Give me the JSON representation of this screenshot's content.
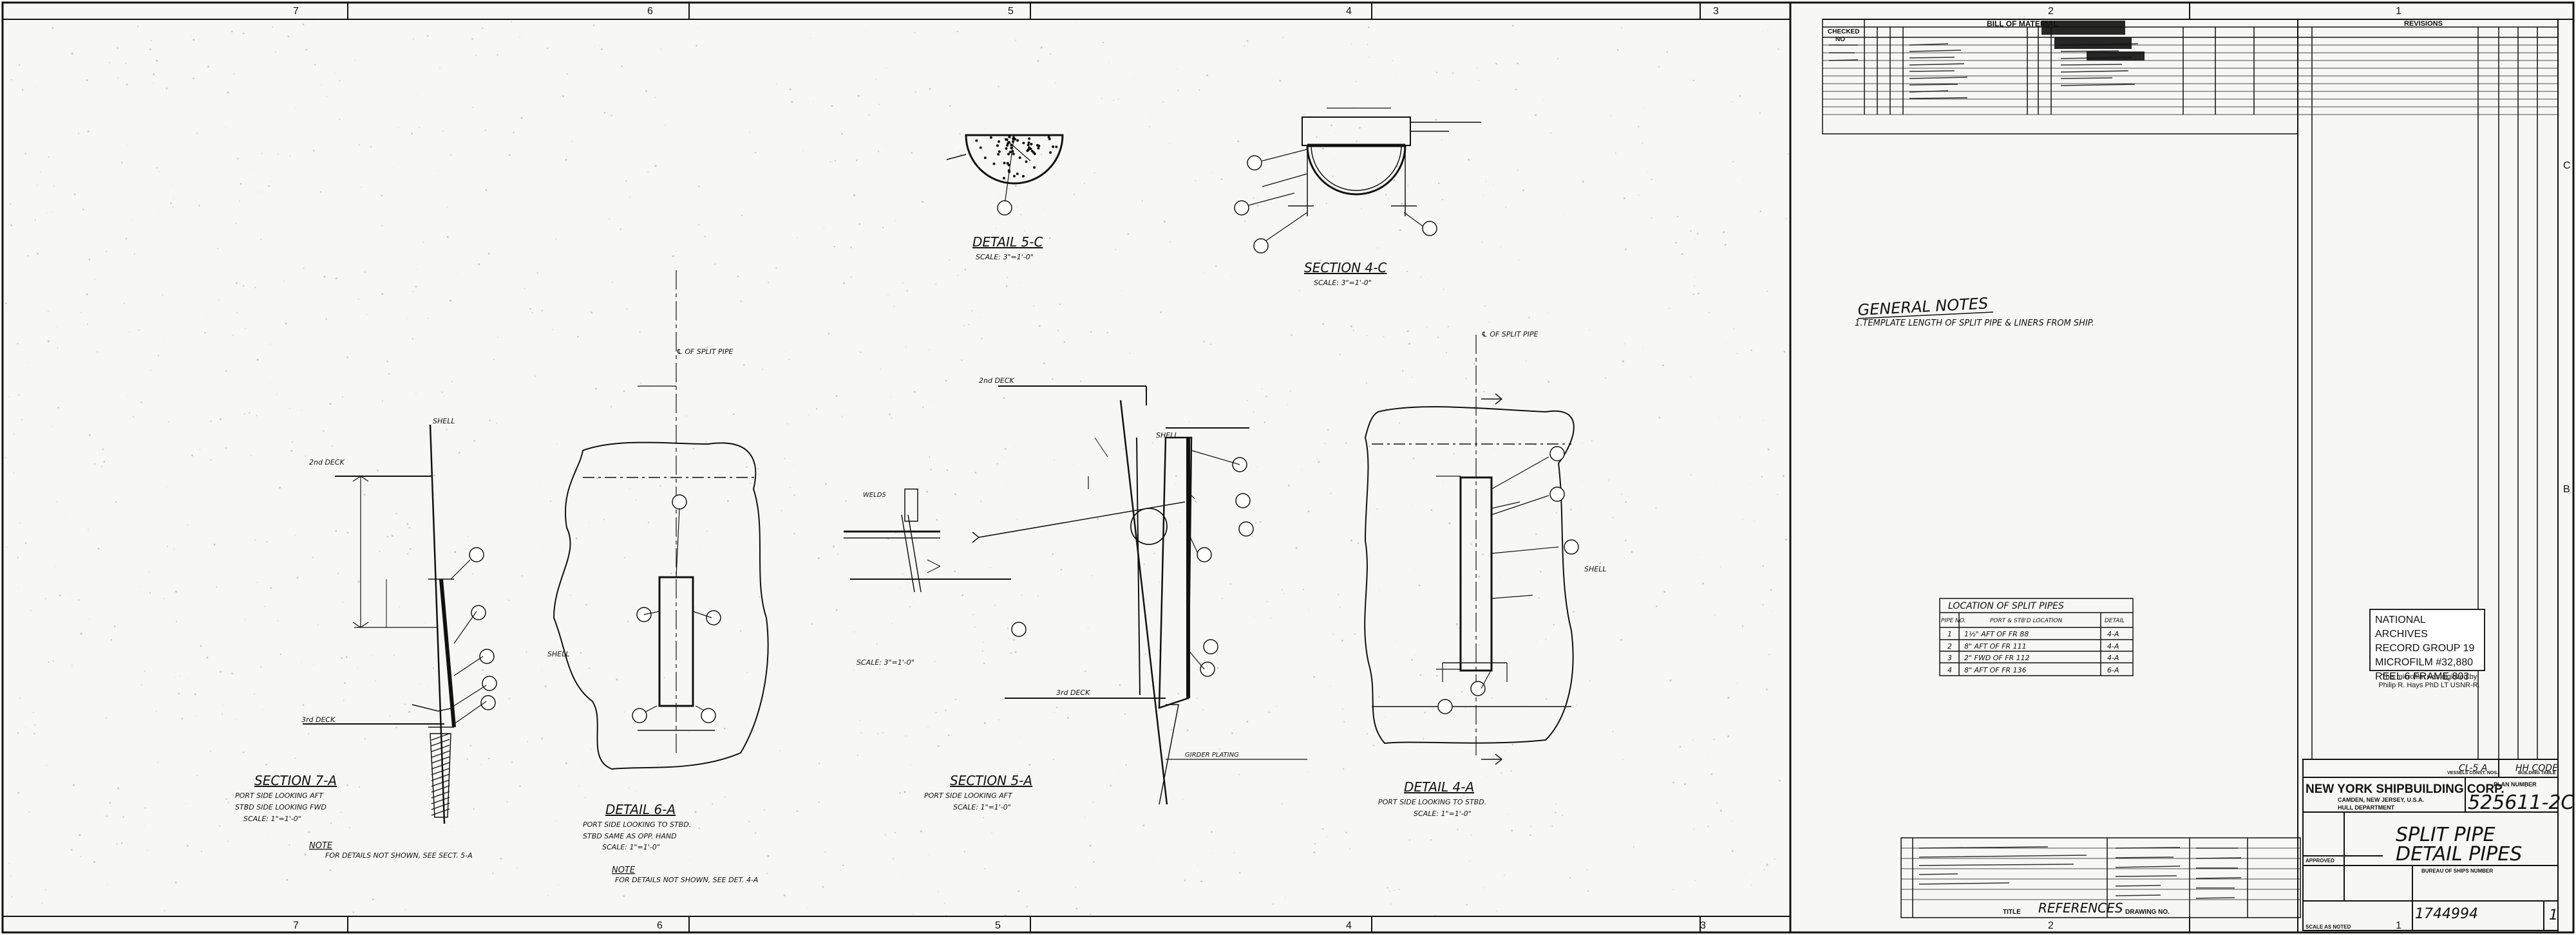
{
  "border": {
    "top_zones": [
      "7",
      "6",
      "5",
      "4",
      "3",
      "2",
      "1"
    ],
    "bottom_zones": [
      "7",
      "6",
      "5",
      "4",
      "3",
      "2",
      "1"
    ],
    "right_zones": [
      "C",
      "B"
    ]
  },
  "bill_of_material": {
    "title": "BILL OF MATERIAL",
    "header_checked": "CHECKED",
    "header_no": "NO",
    "revisions_title": "REVISIONS"
  },
  "general_notes": {
    "title": "GENERAL NOTES",
    "note_1": "1.TEMPLATE LENGTH OF SPLIT PIPE & LINERS FROM SHIP."
  },
  "split_pipe_table": {
    "title": "LOCATION OF SPLIT PIPES",
    "headers": [
      "PIPE NO.",
      "PORT & STB'D LOCATION",
      "DETAIL"
    ],
    "rows": [
      [
        "1",
        "1½\" AFT OF FR 88",
        "4-A"
      ],
      [
        "2",
        "8\" AFT OF FR 111",
        "4-A"
      ],
      [
        "3",
        "2\" FWD OF FR 112",
        "4-A"
      ],
      [
        "4",
        "8\" AFT OF FR 136",
        "6-A"
      ]
    ]
  },
  "details": {
    "detail_5c": {
      "title": "DETAIL 5-C",
      "scale": "SCALE: 3\"=1'-0\""
    },
    "section_4c": {
      "title": "SECTION 4-C",
      "scale": "SCALE: 3\"=1'-0\""
    },
    "section_7a": {
      "title": "SECTION 7-A",
      "line1": "PORT SIDE LOOKING AFT",
      "line2": "STBD SIDE LOOKING FWD",
      "scale": "SCALE: 1\"=1'-0\"",
      "note_title": "NOTE",
      "note_text": "FOR DETAILS NOT SHOWN, SEE SECT. 5-A"
    },
    "detail_6a": {
      "title": "DETAIL 6-A",
      "line1": "PORT SIDE LOOKING TO STBD.",
      "line2": "STBD SAME AS OPP. HAND",
      "scale": "SCALE: 1\"=1'-0\"",
      "note_title": "NOTE",
      "note_text": "FOR DETAILS NOT SHOWN, SEE DET. 4-A"
    },
    "section_5a": {
      "title": "SECTION 5-A",
      "line1": "PORT SIDE LOOKING AFT",
      "scale": "SCALE: 1\"=1'-0\"",
      "sub_scale": "SCALE: 3\"=1'-0\""
    },
    "detail_4a": {
      "title": "DETAIL 4-A",
      "line1": "PORT SIDE LOOKING TO STBD.",
      "scale": "SCALE: 1\"=1'-0\""
    }
  },
  "labels": {
    "deck2": "2nd DECK",
    "deck3": "3rd DECK",
    "shell": "SHELL",
    "cl_split_pipe": "℄ OF SPLIT PIPE",
    "girder_plating": "GIRDER PLATING",
    "welds": "WELDS"
  },
  "references": {
    "title": "REFERENCES",
    "title_col": "TITLE",
    "drawing_col": "DRAWING NO."
  },
  "archive": {
    "stamp_lines": [
      "NATIONAL ARCHIVES",
      "RECORD GROUP 19",
      "MICROFILM #32,880",
      "REEL 6 FRAME 803"
    ],
    "note_lines": [
      "This microfilm was digitized by",
      "Philip R. Hays PhD LT USNR-R."
    ]
  },
  "title_block": {
    "company": "NEW YORK SHIPBUILDING CORP.",
    "sub1": "CAMDEN, NEW JERSEY, U.S.A.",
    "sub2": "HULL DEPARTMENT",
    "plan_label": "PLAN NUMBER",
    "plan_number": "525611-2C",
    "title_line1": "SPLIT PIPE",
    "title_line2": "DETAIL PIPES",
    "hull": "CL-5 A",
    "type": "HH CODE",
    "contract_label": "VESSELS CONST. NOS.",
    "bldg_label": "BUILDING TABLE",
    "approval": "BUREAU OF SHIPS NUMBER",
    "tiny1": "APPROVED",
    "tiny2": "SCALE AS NOTED",
    "bottom_number": "1744994",
    "sheet_number": "1"
  }
}
